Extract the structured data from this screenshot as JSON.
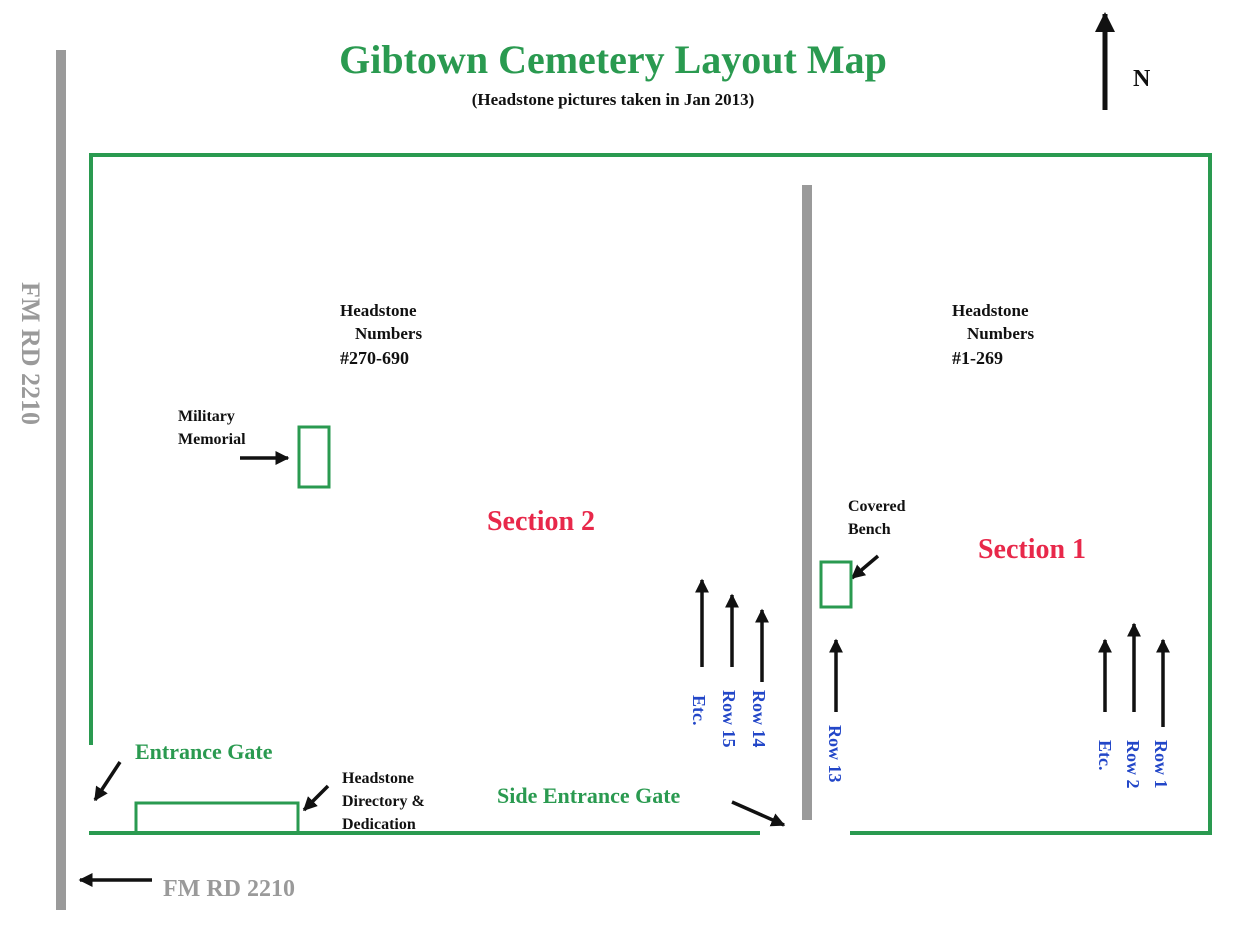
{
  "title": "Gibtown Cemetery Layout Map",
  "subtitle": "(Headstone pictures taken in Jan 2013)",
  "north_label": "N",
  "road_label_vertical": "FM RD 2210",
  "road_label_bottom": "FM RD 2210",
  "section2": {
    "name": "Section 2",
    "headstone_line1": "Headstone",
    "headstone_line2": "Numbers",
    "headstone_range": "#270-690",
    "rows": [
      "Row 14",
      "Row 15",
      "Etc."
    ]
  },
  "section1": {
    "name": "Section 1",
    "headstone_line1": "Headstone",
    "headstone_line2": "Numbers",
    "headstone_range": "#1-269",
    "rows": [
      "Row 1",
      "Row 2",
      "Etc."
    ]
  },
  "row13": "Row 13",
  "military_memorial": [
    "Military",
    "Memorial"
  ],
  "covered_bench": [
    "Covered",
    "Bench"
  ],
  "entrance_gate": "Entrance Gate",
  "side_entrance_gate": "Side Entrance Gate",
  "directory": [
    "Headstone",
    "Directory &",
    "Dedication"
  ],
  "colors": {
    "border": "#2a9a50",
    "section": "#e8284a",
    "rows": "#2347c8",
    "road": "#9a9a9a"
  }
}
